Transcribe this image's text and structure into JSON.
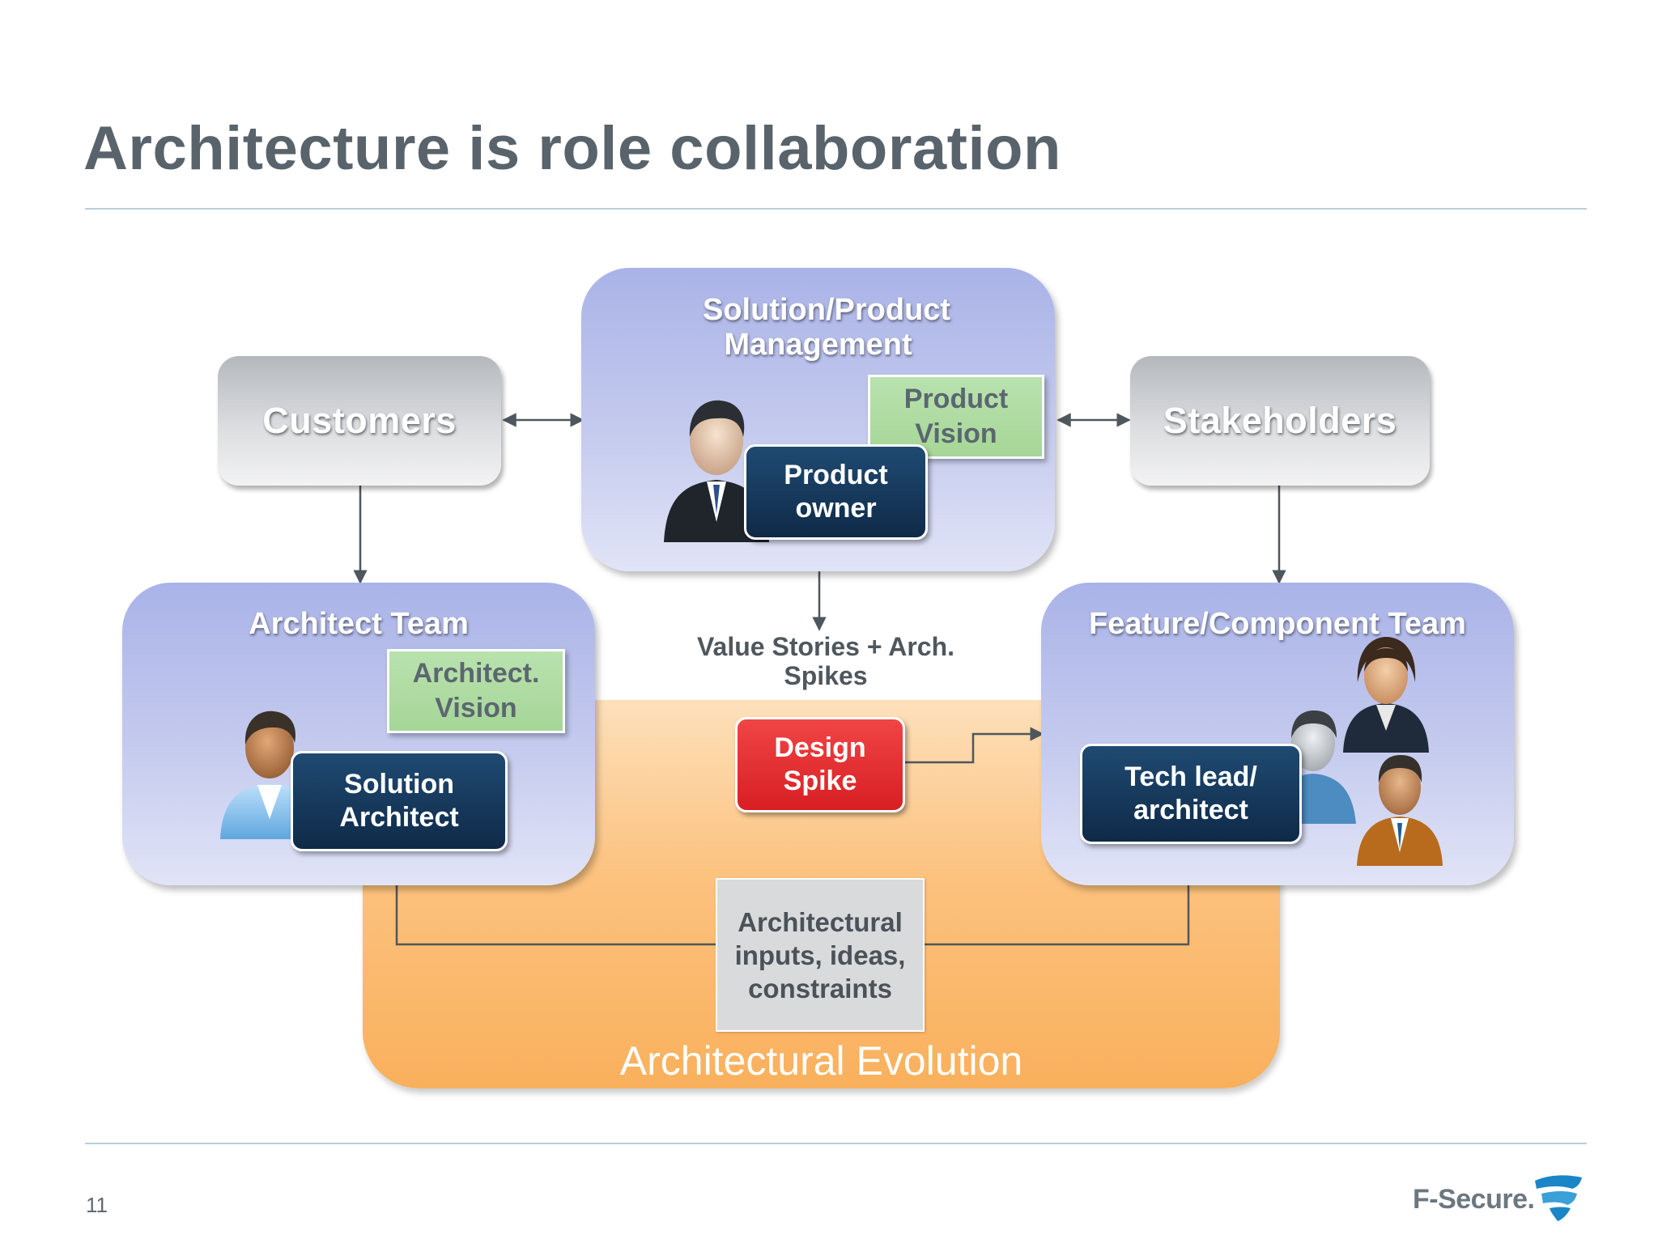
{
  "slide": {
    "title": "Architecture is role collaboration",
    "page_number": "11",
    "logo_text": "F-Secure."
  },
  "diagram": {
    "customers": "Customers",
    "stakeholders": "Stakeholders",
    "solution_mgmt": {
      "title": "Solution/Product Management",
      "vision": "Product Vision",
      "role": "Product owner"
    },
    "architect_team": {
      "title": "Architect Team",
      "vision": "Architect. Vision",
      "role": "Solution Architect"
    },
    "feature_team": {
      "title": "Feature/Component Team",
      "role": "Tech lead/ architect"
    },
    "value_stories": "Value Stories + Arch. Spikes",
    "design_spike": "Design Spike",
    "arch_inputs": "Architectural inputs, ideas, constraints",
    "evolution": "Architectural Evolution"
  },
  "colors": {
    "title": "#59636b",
    "navy": "#12314f",
    "red": "#e12a2d",
    "orange": "#f9b05c",
    "green": "#b3dea6",
    "blue_box": "#b8c0ec"
  }
}
